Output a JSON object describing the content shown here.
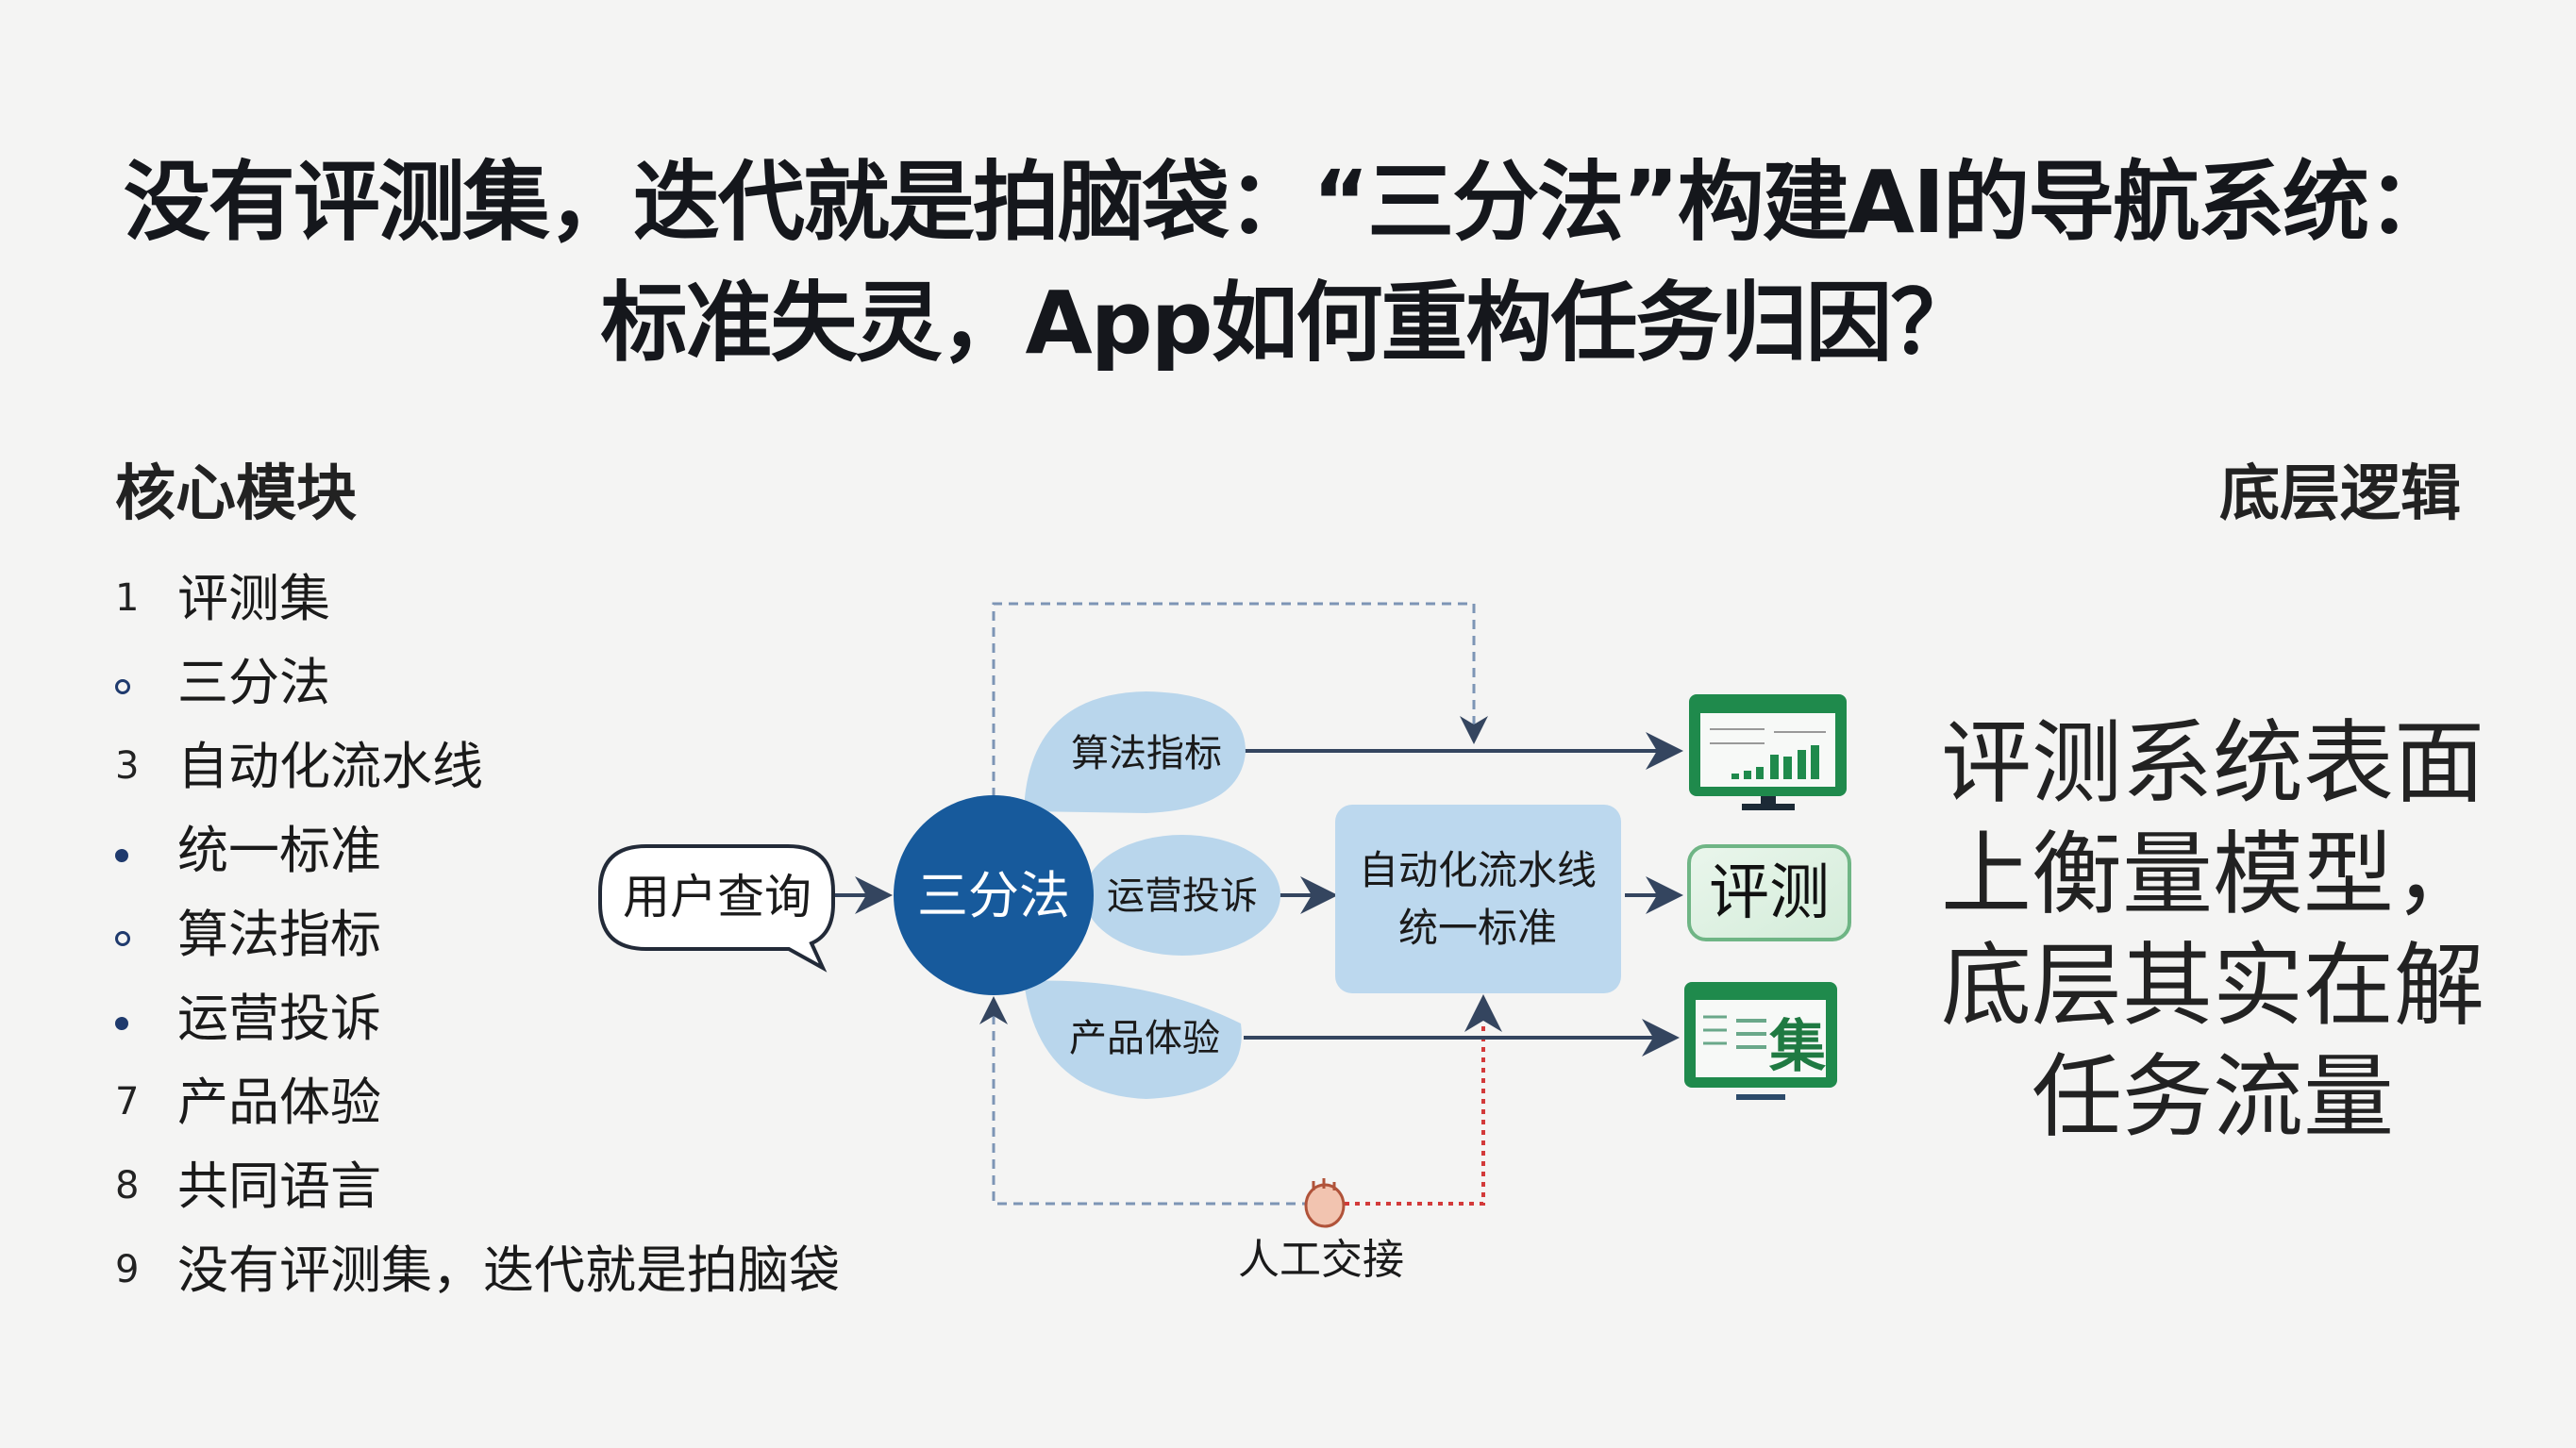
{
  "title": {
    "line1": "没有评测集，迭代就是拍脑袋：“三分法”构建AI的导航系统：",
    "line2": "标准失灵，App如何重构任务归因？"
  },
  "left": {
    "heading": "核心模块",
    "items": [
      {
        "marker": "1",
        "label": "评测集"
      },
      {
        "marker": "ring",
        "label": "三分法"
      },
      {
        "marker": "3",
        "label": "自动化流水线"
      },
      {
        "marker": "dot",
        "label": "统一标准"
      },
      {
        "marker": "ring",
        "label": "算法指标"
      },
      {
        "marker": "dot",
        "label": "运营投诉"
      },
      {
        "marker": "7",
        "label": "产品体验"
      },
      {
        "marker": "8",
        "label": "共同语言"
      },
      {
        "marker": "9",
        "label": "没有评测集，迭代就是拍脑袋"
      }
    ]
  },
  "right": {
    "heading": "底层逻辑",
    "lines": [
      "评测系统表面",
      "上衡量模型，",
      "底层其实在解",
      "任务流量"
    ]
  },
  "diagram": {
    "user_query": "用户查询",
    "center": "三分法",
    "petals": [
      "算法指标",
      "运营投诉",
      "产品体验"
    ],
    "pipeline": [
      "自动化流水线",
      "统一标准"
    ],
    "eval_label": "评测",
    "dataset_label": "集",
    "handoff": "人工交接"
  },
  "colors": {
    "center_blue": "#175a9c",
    "petal_blue": "#b9d6ec",
    "green": "#1f8a4c",
    "arrow": "#34455f",
    "red_dotted": "#d33a3a"
  }
}
